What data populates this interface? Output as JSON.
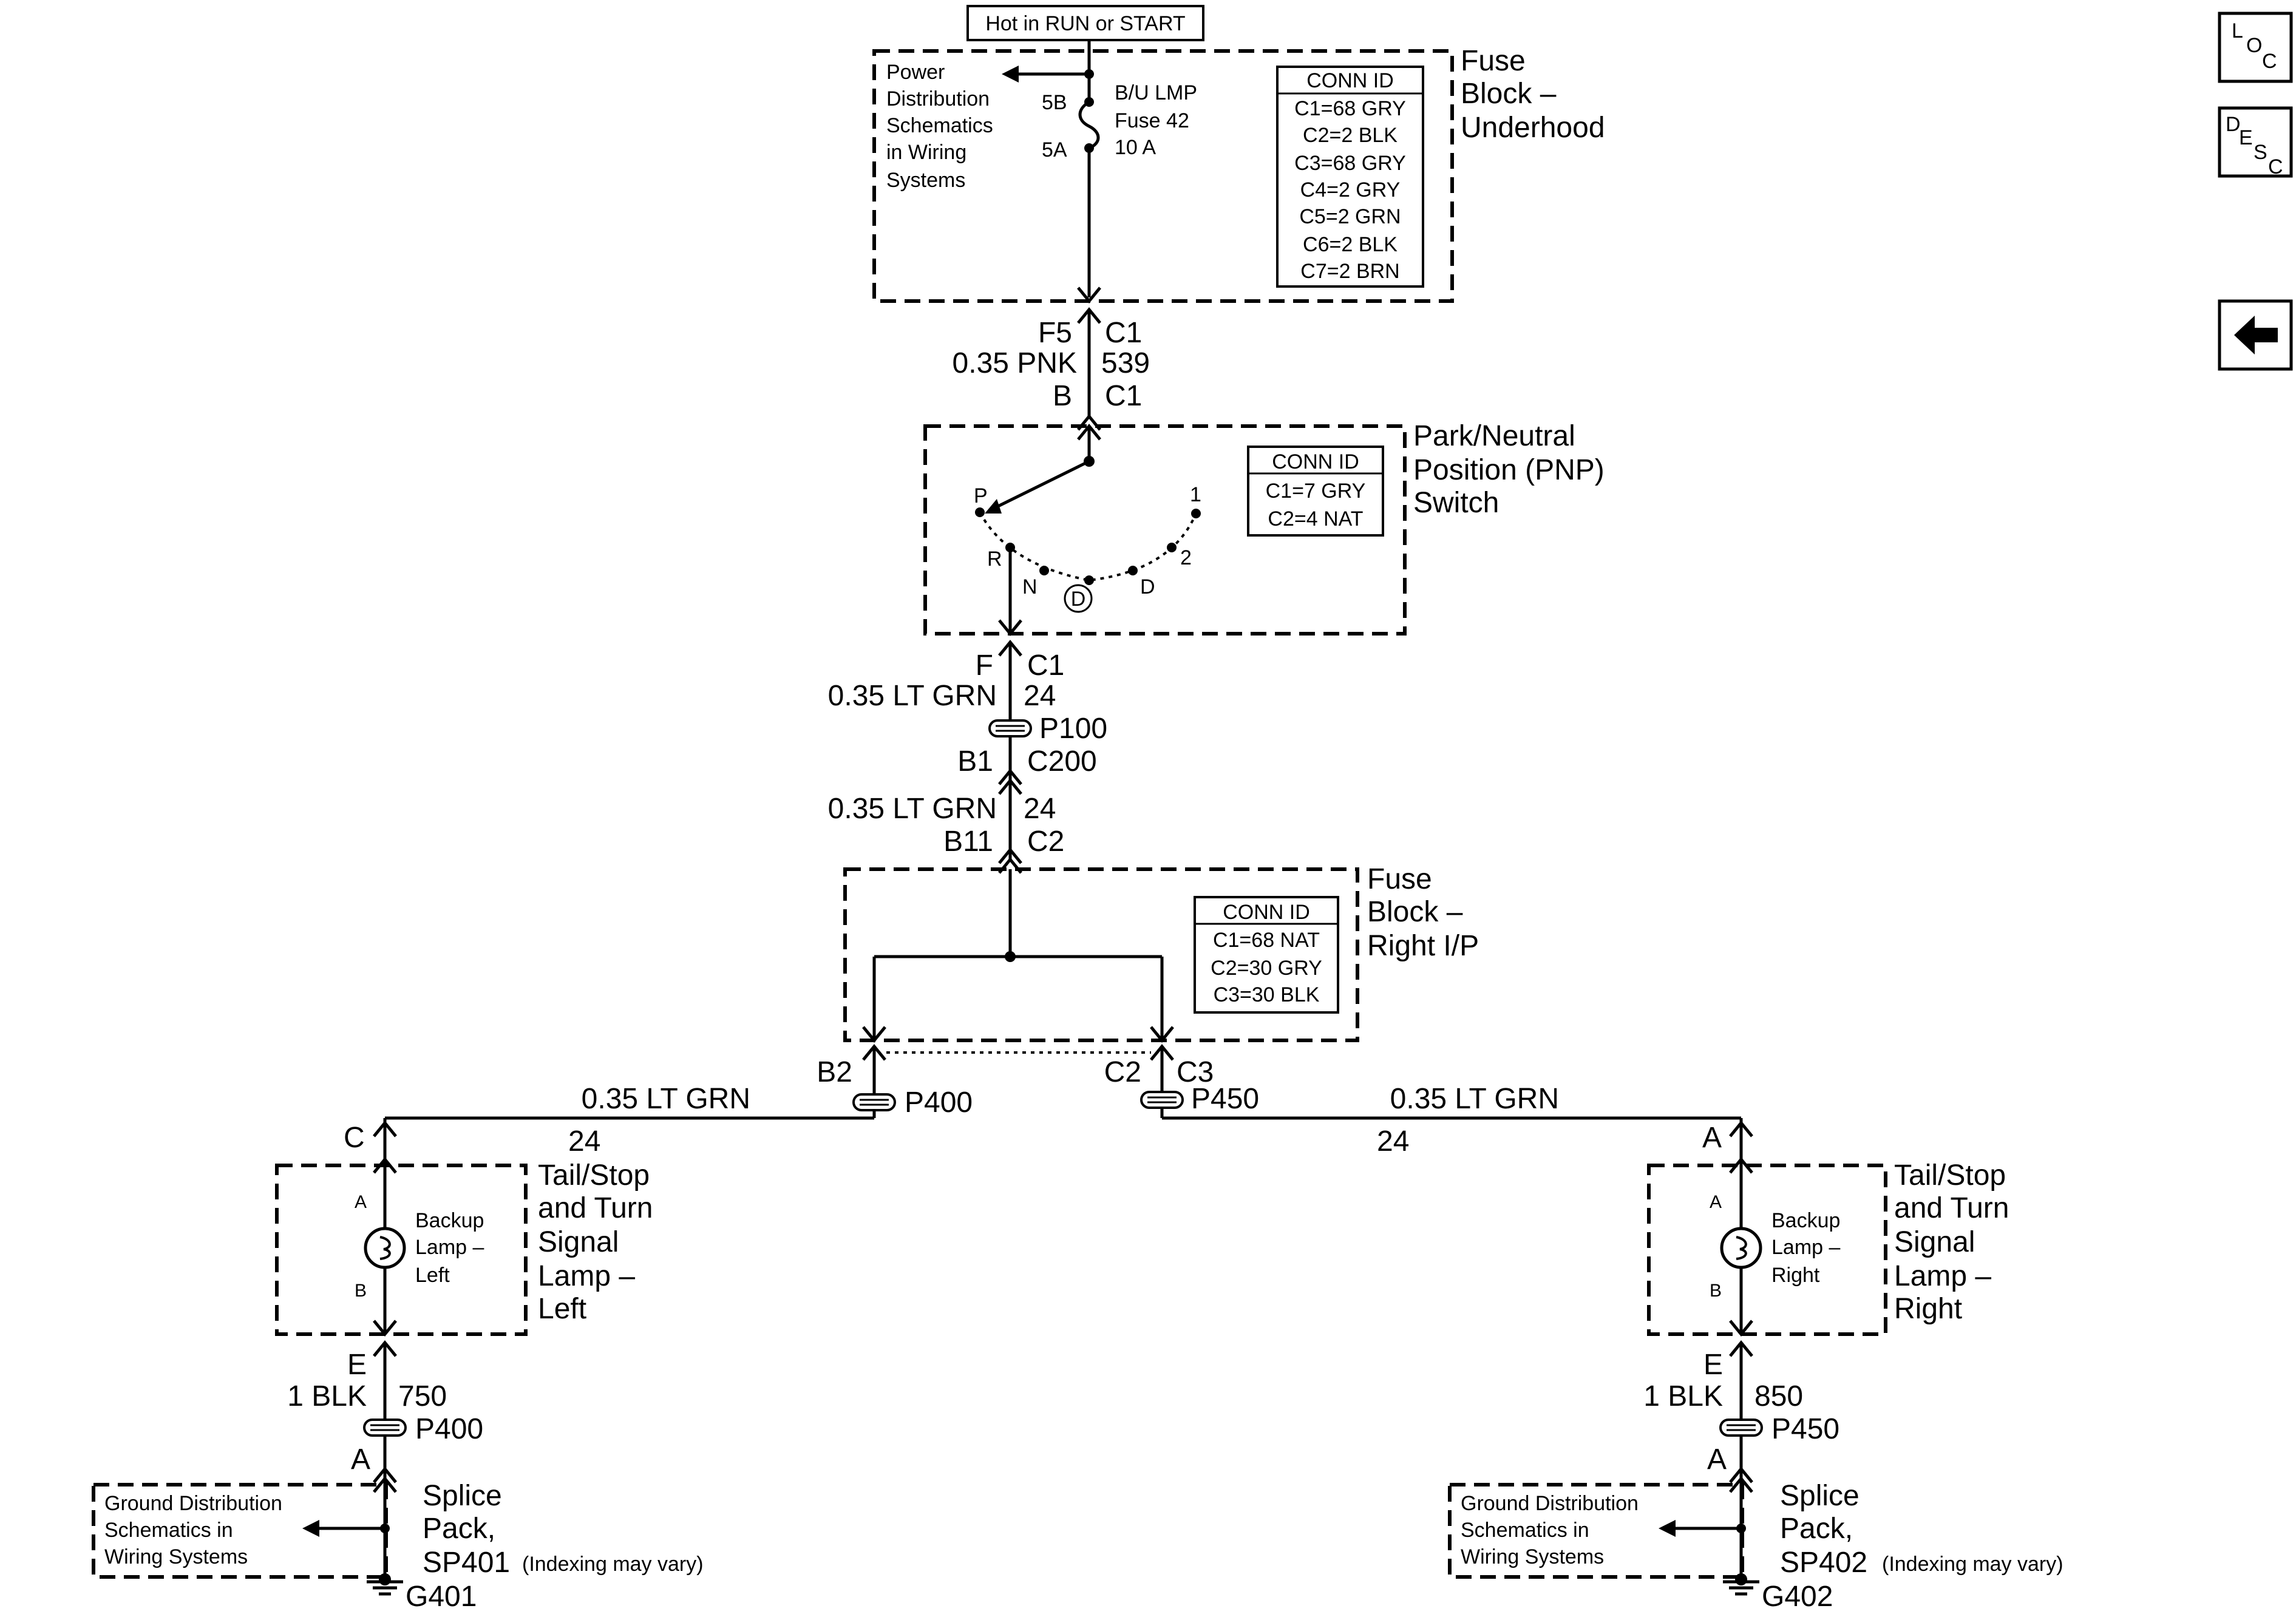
{
  "header": {
    "hot_label": "Hot in RUN or START"
  },
  "nav": {
    "loc": [
      "L",
      "O",
      "C"
    ],
    "desc": [
      "D",
      "E",
      "S",
      "C"
    ]
  },
  "fuse_underhood": {
    "name": [
      "Fuse",
      "Block –",
      "Underhood"
    ],
    "power_ref": [
      "Power",
      "Distribution",
      "Schematics",
      "in Wiring",
      "Systems"
    ],
    "pin_top": "5B",
    "pin_bottom": "5A",
    "fuse_label": [
      "B/U LMP",
      "Fuse 42",
      "10 A"
    ],
    "conn_title": "CONN ID",
    "conns": [
      "C1=68 GRY",
      "C2=2 BLK",
      "C3=68 GRY",
      "C4=2 GRY",
      "C5=2 GRN",
      "C6=2 BLK",
      "C7=2 BRN"
    ]
  },
  "wire1": {
    "pin_top": "F5",
    "conn_top": "C1",
    "wire": "0.35 PNK",
    "circuit": "539",
    "pin_bottom": "B",
    "conn_bottom": "C1"
  },
  "pnp_switch": {
    "name": [
      "Park/Neutral",
      "Position (PNP)",
      "Switch"
    ],
    "conn_title": "CONN ID",
    "conns": [
      "C1=7 GRY",
      "C2=4 NAT"
    ],
    "positions": {
      "p": "P",
      "r": "R",
      "n": "N",
      "od": "D",
      "d": "D",
      "two": "2",
      "one": "1"
    }
  },
  "wire2": {
    "pin": "F",
    "conn": "C1",
    "wire": "0.35 LT GRN",
    "circuit": "24",
    "splice": "P100",
    "pin2": "B1",
    "conn2": "C200"
  },
  "wire3": {
    "wire": "0.35 LT GRN",
    "circuit": "24",
    "pin": "B11",
    "conn": "C2"
  },
  "fuse_ip": {
    "name": [
      "Fuse",
      "Block –",
      "Right I/P"
    ],
    "conn_title": "CONN ID",
    "conns": [
      "C1=68 NAT",
      "C2=30 GRY",
      "C3=30 BLK"
    ]
  },
  "left_branch": {
    "pin": "B2",
    "splice": "P400",
    "wire": "0.35 LT GRN",
    "circuit": "24",
    "lamp_pin": "C",
    "lamp_name": [
      "Tail/Stop",
      "and Turn",
      "Signal",
      "Lamp –",
      "Left"
    ],
    "lamp_inner": [
      "Backup",
      "Lamp –",
      "Left"
    ],
    "pin_a": "A",
    "pin_b": "B",
    "gnd_pin": "E",
    "gnd_wire": "1 BLK",
    "gnd_circuit": "750",
    "gnd_splice": "P400",
    "gnd_pin2": "A",
    "gnd_ref": [
      "Ground Distribution",
      "Schematics in",
      "Wiring Systems"
    ],
    "splice_pack": [
      "Splice",
      "Pack,",
      "SP401"
    ],
    "indexing": "(Indexing may vary)",
    "ground": "G401"
  },
  "right_branch": {
    "conn_a": "C2",
    "conn_b": "C3",
    "splice": "P450",
    "wire": "0.35 LT GRN",
    "circuit": "24",
    "lamp_pin": "A",
    "lamp_name": [
      "Tail/Stop",
      "and Turn",
      "Signal",
      "Lamp –",
      "Right"
    ],
    "lamp_inner": [
      "Backup",
      "Lamp –",
      "Right"
    ],
    "pin_a": "A",
    "pin_b": "B",
    "gnd_pin": "E",
    "gnd_wire": "1 BLK",
    "gnd_circuit": "850",
    "gnd_splice": "P450",
    "gnd_pin2": "A",
    "gnd_ref": [
      "Ground Distribution",
      "Schematics in",
      "Wiring Systems"
    ],
    "splice_pack": [
      "Splice",
      "Pack,",
      "SP402"
    ],
    "indexing": "(Indexing may vary)",
    "ground": "G402"
  }
}
